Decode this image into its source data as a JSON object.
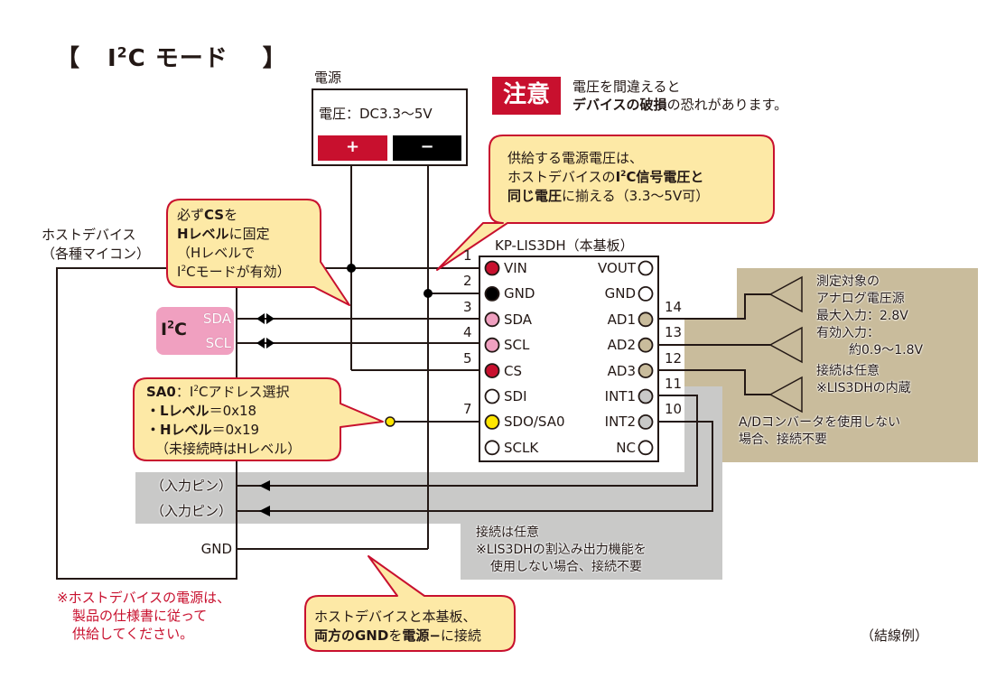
{
  "title": {
    "bracket_open": "【",
    "i": "I",
    "sup": "2",
    "rest": "C モード",
    "bracket_close": "】"
  },
  "colors": {
    "red": "#c8102e",
    "callout_fill": "#fde9a6",
    "callout_border": "#c8102e",
    "tan": "#c9bc9c",
    "gray": "#c9c9c8",
    "pink": "#f0a0c0",
    "yellow_pin": "#ffe600",
    "pin_tan": "#c9bc9c",
    "pin_gray": "#c9c9c8"
  },
  "power": {
    "label": "電源",
    "voltage": "電圧：DC3.3〜5V",
    "plus": "+",
    "minus": "−"
  },
  "warning": {
    "badge": "注意",
    "line1": "電圧を間違えると",
    "line2_bold": "デバイスの破損",
    "line2_rest": "の恐れがあります。"
  },
  "callout_supply": {
    "line1": "供給する電源電圧は、",
    "line2_a": "ホストデバイスの",
    "line2_bold_i": "I",
    "line2_bold_sup": "2",
    "line2_bold_rest": "C信号電圧と",
    "line3_bold": "同じ電圧",
    "line3_rest": "に揃える（3.3〜5V可）"
  },
  "callout_cs": {
    "line1_a": "必ず",
    "line1_bold": "CS",
    "line1_b": "を",
    "line2_bold": "Hレベル",
    "line2_rest": "に固定",
    "line3": "（Hレベルで",
    "line4_i": "I",
    "line4_sup": "2",
    "line4_rest": "Cモードが有効）"
  },
  "host": {
    "label1": "ホストデバイス",
    "label2": "（各種マイコン）",
    "i2c_badge_i": "I",
    "i2c_badge_sup": "2",
    "i2c_badge_rest": "C",
    "sda": "SDA",
    "scl": "SCL",
    "input_pin_1": "（入力ピン）",
    "input_pin_2": "（入力ピン）",
    "gnd": "GND",
    "note1": "※ホストデバイスの電源は、",
    "note2": "製品の仕様書に従って",
    "note3": "供給してください。"
  },
  "callout_sa0": {
    "line1_bold": "SA0",
    "line1_colon": "：",
    "line1_i": "I",
    "line1_sup": "2",
    "line1_rest": "Cアドレス選択",
    "line2_bold": "・Lレベル",
    "line2_rest": "＝0x18",
    "line3_bold": "・Hレベル",
    "line3_rest": "＝0x19",
    "line4": "（未接続時はHレベル）"
  },
  "board": {
    "title": "KP-LIS3DH（本基板）",
    "left_pins": [
      {
        "num": "1",
        "name": "VIN",
        "color": "#c8102e"
      },
      {
        "num": "2",
        "name": "GND",
        "color": "#000000"
      },
      {
        "num": "3",
        "name": "SDA",
        "color": "#f0a0c0"
      },
      {
        "num": "4",
        "name": "SCL",
        "color": "#f0a0c0"
      },
      {
        "num": "5",
        "name": "CS",
        "color": "#c8102e"
      },
      {
        "num": "",
        "name": "SDI",
        "color": "#ffffff"
      },
      {
        "num": "7",
        "name": "SDO/SA0",
        "color": "#ffe600"
      },
      {
        "num": "",
        "name": "SCLK",
        "color": "#ffffff"
      }
    ],
    "right_pins": [
      {
        "num": "",
        "name": "VOUT",
        "color": "#ffffff"
      },
      {
        "num": "",
        "name": "GND",
        "color": "#ffffff"
      },
      {
        "num": "14",
        "name": "AD1",
        "color": "#c9bc9c"
      },
      {
        "num": "13",
        "name": "AD2",
        "color": "#c9bc9c"
      },
      {
        "num": "12",
        "name": "AD3",
        "color": "#c9bc9c"
      },
      {
        "num": "11",
        "name": "INT1",
        "color": "#c9c9c8"
      },
      {
        "num": "10",
        "name": "INT2",
        "color": "#c9c9c8"
      },
      {
        "num": "",
        "name": "NC",
        "color": "#ffffff"
      }
    ]
  },
  "analog": {
    "lines": [
      "測定対象の",
      "アナログ電圧源",
      "最大入力：2.8V",
      "有効入力：",
      "約0.9〜1.8V",
      "接続は任意",
      "※LIS3DHの内蔵",
      "A/Dコンバータを使用しない",
      "場合、接続不要"
    ]
  },
  "interrupt_note": {
    "lines": [
      "接続は任意",
      "※LIS3DHの割込み出力機能を",
      "使用しない場合、接続不要"
    ]
  },
  "callout_gnd": {
    "line1": "ホストデバイスと本基板、",
    "line2_bold": "両方のGND",
    "line2_a": "を",
    "line2_bold2": "電源−",
    "line2_b": "に接続"
  },
  "caption": "（結線例）"
}
